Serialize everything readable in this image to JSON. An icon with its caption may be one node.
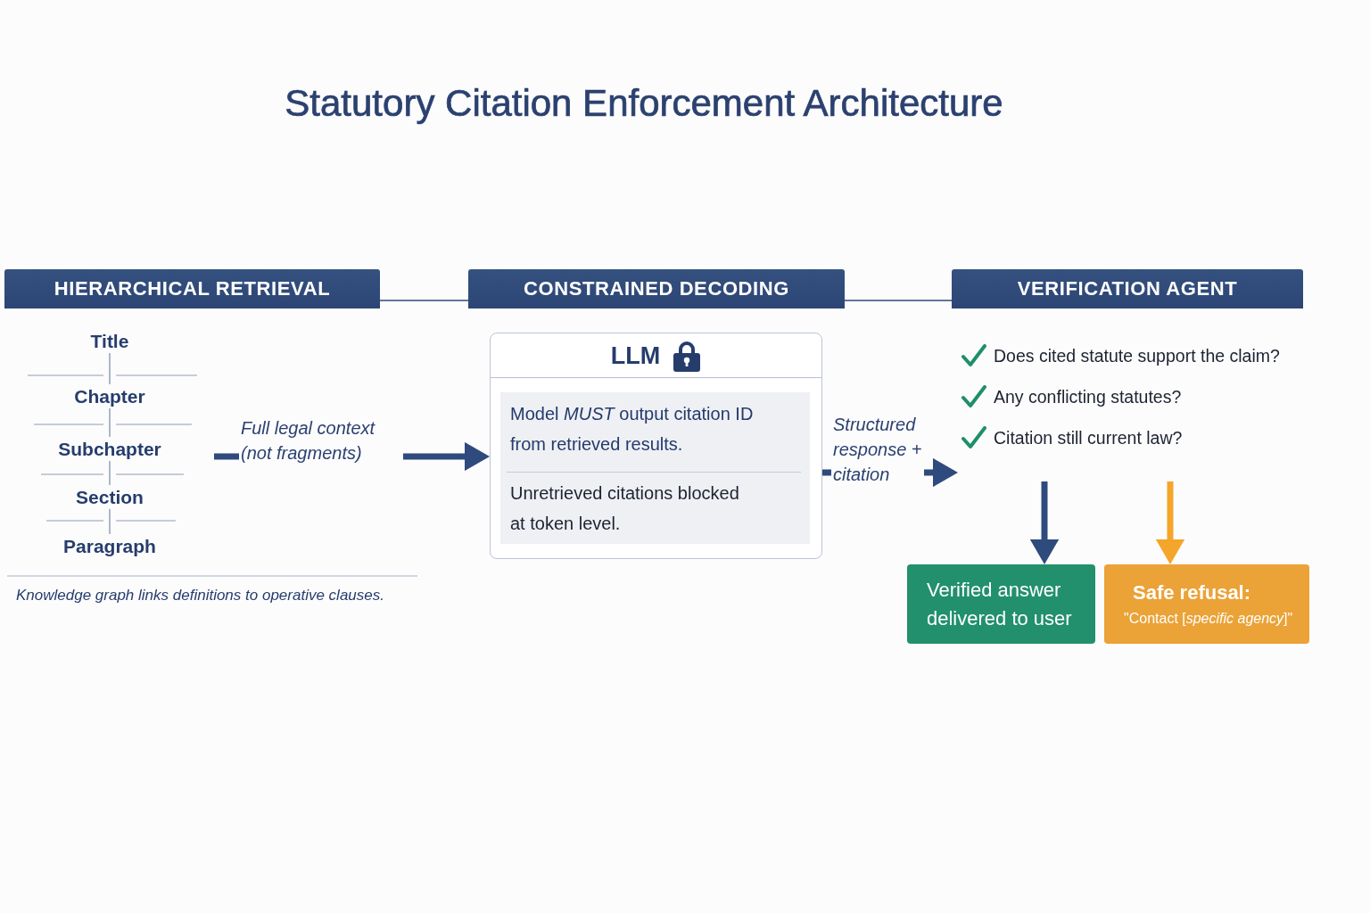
{
  "diagram": {
    "title": "Statutory Citation Enforcement Architecture",
    "nodes": [
      {
        "text": [
          "HIERARCHICAL RETRIEVAL"
        ]
      },
      {
        "text": [
          "CONSTRAINED DECODING"
        ]
      },
      {
        "text": [
          "VERIFICATION AGENT"
        ]
      },
      {
        "text": [
          "Title"
        ]
      },
      {
        "text": [
          "Chapter"
        ]
      },
      {
        "text": [
          "Subchapter"
        ]
      },
      {
        "text": [
          "Section"
        ]
      },
      {
        "text": [
          "Paragraph"
        ]
      },
      {
        "text": [
          "LLM"
        ]
      },
      {
        "text": [
          "Model *MUST* output citation ID from retrieved results.",
          "Unretrieved citations blocked at token level."
        ],
        "in": 8
      },
      {
        "text": [
          "Does cited statute support the claim?",
          "Any conflicting statutes?",
          "Citation still current law?"
        ]
      },
      {
        "text": [
          "Verified answer delivered to user"
        ]
      },
      {
        "text": [
          "Safe refusal:",
          "\"Contact [*specific agency*]\""
        ]
      }
    ],
    "edges": [
      {
        "from": 0,
        "to": 1,
        "arrow": "none"
      },
      {
        "from": 1,
        "to": 2,
        "arrow": "none"
      },
      {
        "from": 3,
        "to": 4,
        "arrow": "none",
        "color": "#9aa6ba"
      },
      {
        "from": 4,
        "to": 5,
        "arrow": "none",
        "color": "#9aa6ba"
      },
      {
        "from": 5,
        "to": 6,
        "arrow": "none",
        "color": "#9aa6ba"
      },
      {
        "from": 6,
        "to": 7,
        "arrow": "none",
        "color": "#9aa6ba"
      },
      {
        "from": null,
        "to": 8,
        "arrow": "to",
        "label": "Full legal context (not fragments)",
        "style": "thick"
      },
      {
        "from": 8,
        "to": 10,
        "arrow": "to",
        "label": "Structured response + citation",
        "style": "thick"
      },
      {
        "from": 10,
        "to": 11,
        "arrow": "to",
        "style": "thick"
      },
      {
        "from": 10,
        "to": 12,
        "arrow": "to",
        "style": "thick",
        "color": "#f5a52a"
      }
    ],
    "labels": [
      "Knowledge graph links definitions to operative clauses."
    ]
  }
}
